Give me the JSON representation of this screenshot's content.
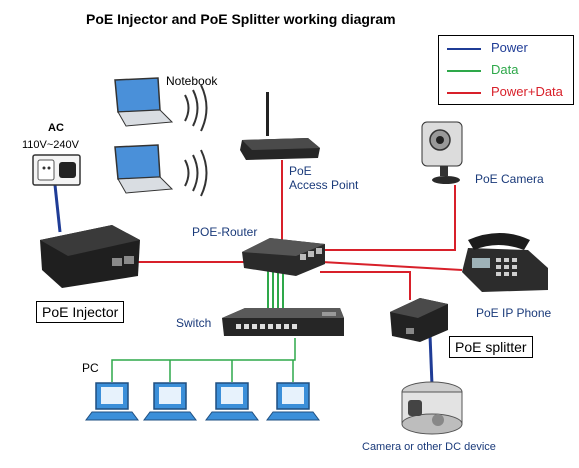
{
  "title": "PoE Injector and PoE Splitter working diagram",
  "legend": {
    "items": [
      {
        "label": "Power",
        "color": "#1f3c96"
      },
      {
        "label": "Data",
        "color": "#2ea84a"
      },
      {
        "label": "Power+Data",
        "color": "#d8202a"
      }
    ]
  },
  "labels": {
    "notebook": "Notebook",
    "ac": "AC",
    "voltage": "110V~240V",
    "access_point": [
      "PoE",
      "Access Point"
    ],
    "poe_camera": "PoE Camera",
    "poe_router": "POE-Router",
    "poe_injector": "PoE Injector",
    "switch": "Switch",
    "poe_ip_phone": "PoE  IP Phone",
    "poe_splitter": "PoE splitter",
    "pc": "PC",
    "dc_device": "Camera or other DC device"
  },
  "colors": {
    "power": "#1f3c96",
    "data": "#2ea84a",
    "power_data": "#d8202a",
    "device_dark": "#2b2b2b",
    "monitor_blue": "#3b8fd9"
  }
}
